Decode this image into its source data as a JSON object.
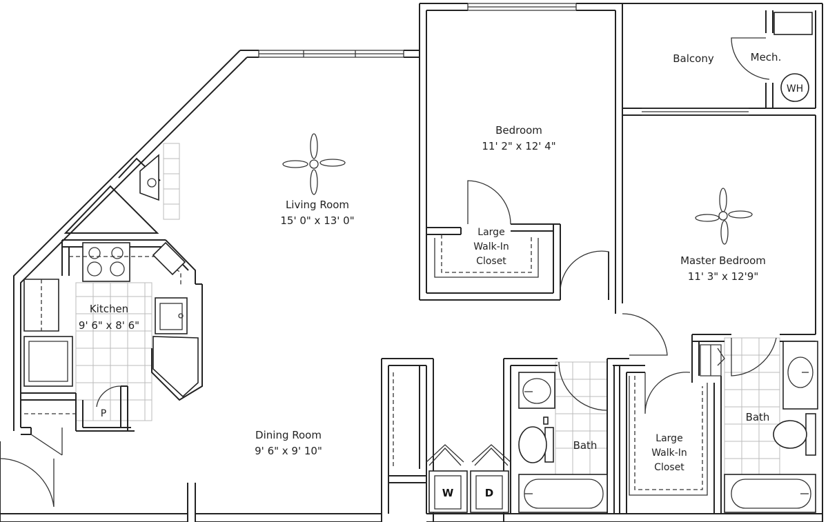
{
  "rooms": {
    "living": {
      "name": "Living Room",
      "dims": "15' 0\" x 13' 0\""
    },
    "bedroom": {
      "name": "Bedroom",
      "dims": "11' 2\" x 12' 4\""
    },
    "closet1": {
      "line1": "Large",
      "line2": "Walk-In",
      "line3": "Closet"
    },
    "balcony": {
      "name": "Balcony"
    },
    "mech": {
      "name": "Mech."
    },
    "wh": {
      "label": "WH"
    },
    "master": {
      "name": "Master Bedroom",
      "dims": "11' 3\" x 12'9\""
    },
    "kitchen": {
      "name": "Kitchen",
      "dims": "9' 6\" x 8' 6\""
    },
    "pantry": {
      "label": "P"
    },
    "dining": {
      "name": "Dining Room",
      "dims": "9' 6\" x 9' 10\""
    },
    "bath1": {
      "name": "Bath"
    },
    "closet2": {
      "line1": "Large",
      "line2": "Walk-In",
      "line3": "Closet"
    },
    "bath2": {
      "name": "Bath"
    },
    "washer": {
      "label": "W"
    },
    "dryer": {
      "label": "D"
    }
  },
  "icons": [
    "ceiling-fan-icon",
    "toilet-icon",
    "sink-icon",
    "bathtub-icon",
    "stove-icon",
    "water-heater-icon"
  ],
  "colors": {
    "wall": "#222222",
    "tile": "#bbbbbb",
    "background": "#ffffff"
  }
}
